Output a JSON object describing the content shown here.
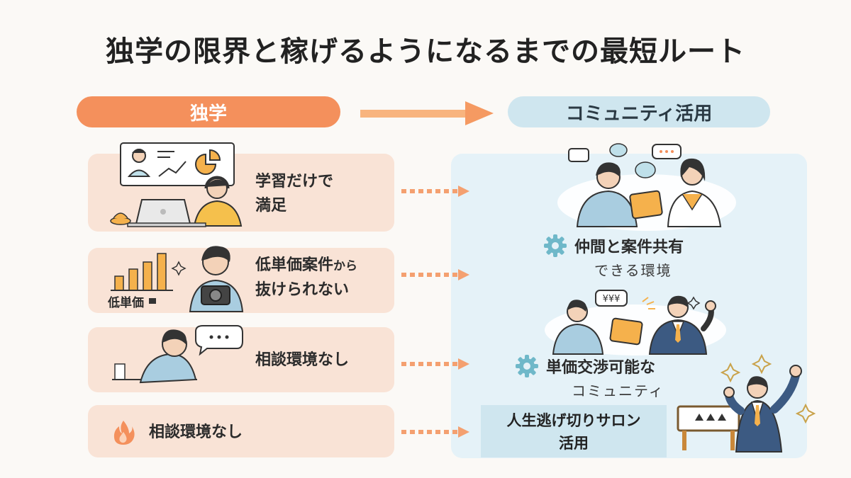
{
  "title": "独学の限界と稼げるようになるまでの最短ルート",
  "left_header": "独学",
  "right_header": "コミュニティ活用",
  "colors": {
    "orange": "#f4905c",
    "card_peach": "#f9e3d6",
    "panel_blue": "#e5f2f8",
    "header_blue": "#cfe6ef",
    "icon_teal": "#6fb8c9"
  },
  "problems": [
    {
      "line1": "学習だけで",
      "line2": "満足"
    },
    {
      "line1": "低単価案件",
      "line1_small": "から",
      "line2": "抜けられない",
      "illustration_label": "低単価"
    },
    {
      "line1": "相談環境なし"
    },
    {
      "line1": "相談環境なし",
      "icon": "fire-icon"
    }
  ],
  "solutions": [
    {
      "line1": "仲間と案件共有",
      "line2": "できる環境",
      "icon": "gear-icon"
    },
    {
      "line1": "単価交渉可能な",
      "line2": "コミュニティ",
      "icon": "gear-icon"
    }
  ],
  "salon": {
    "line1": "人生逃げ切りサロン",
    "line2": "活用"
  },
  "speech_bubble_2": "¥¥¥"
}
